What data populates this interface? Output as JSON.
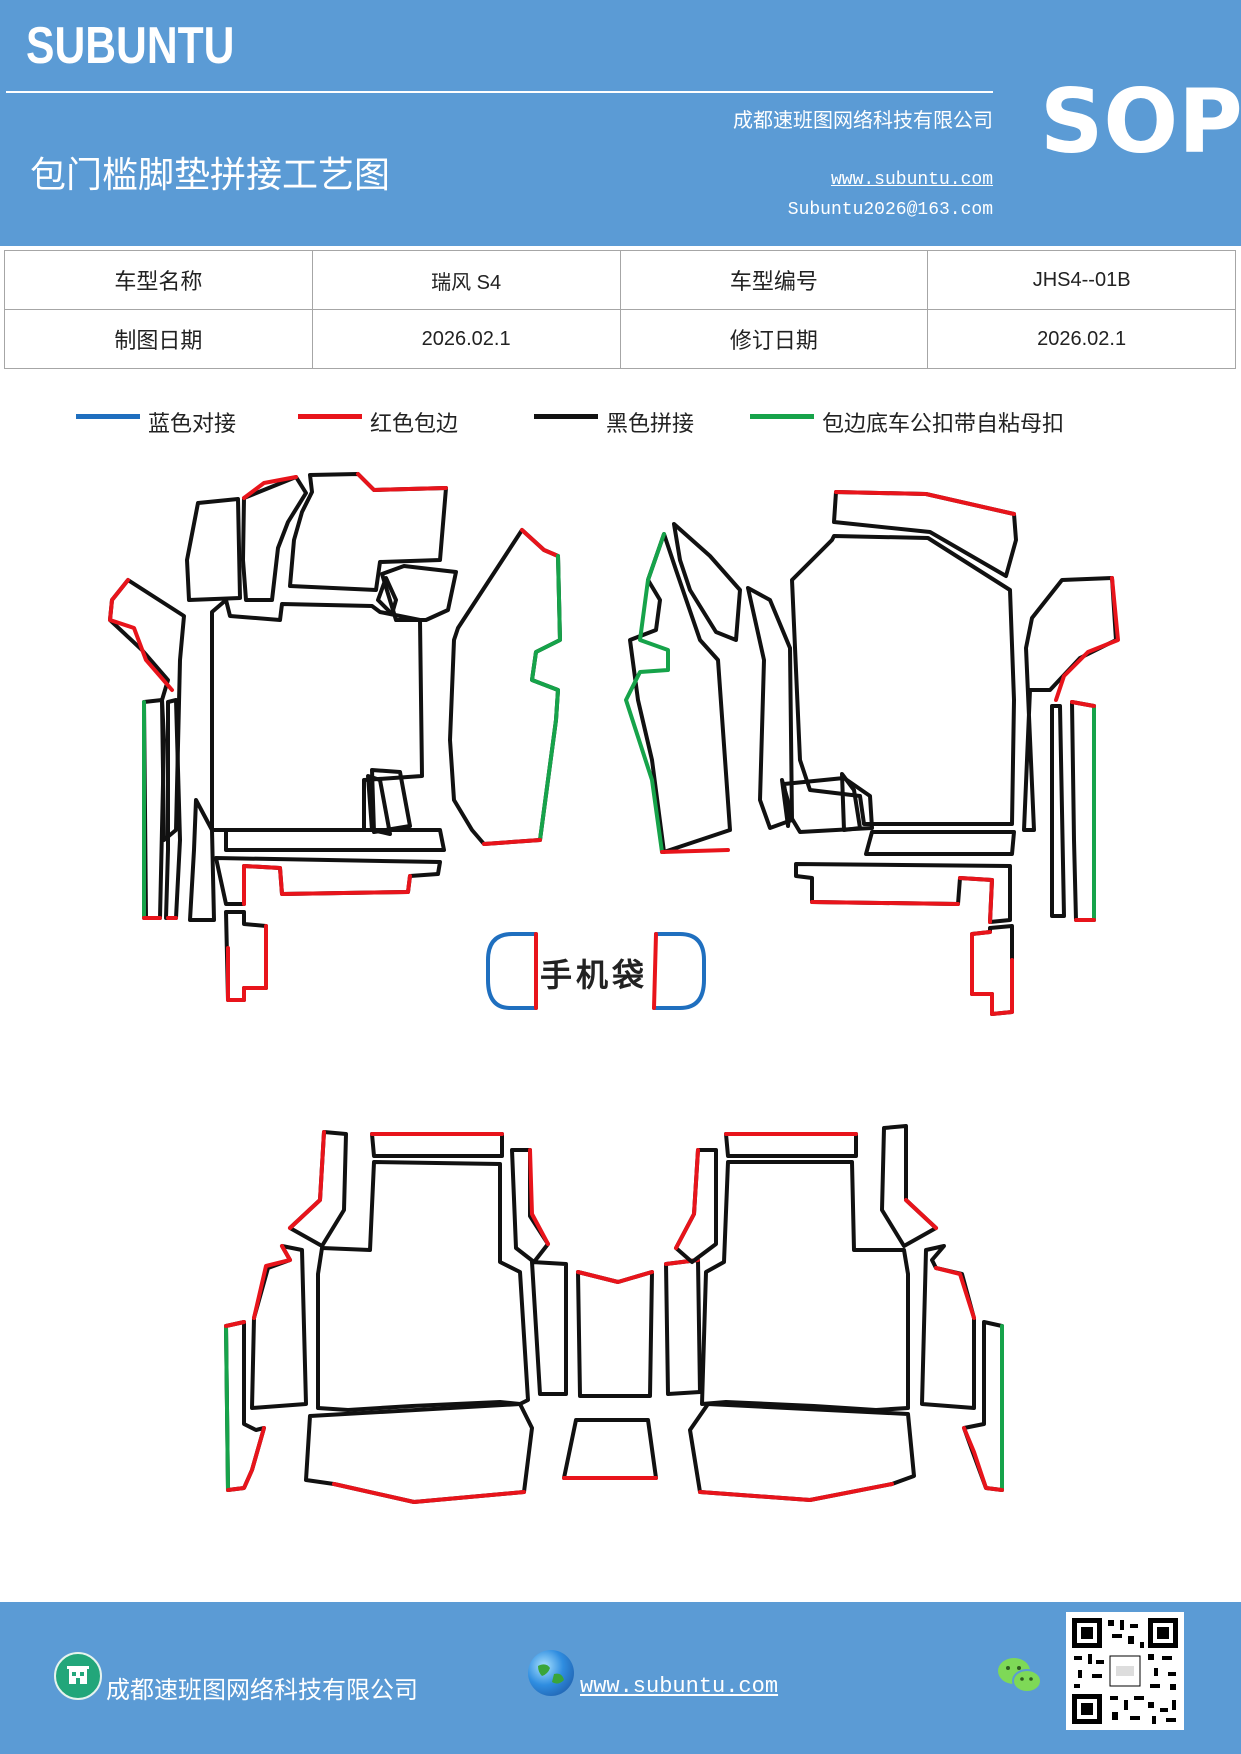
{
  "header": {
    "brand": "SUBUNTU",
    "company": "成都速班图网络科技有限公司",
    "title": "包门槛脚垫拼接工艺图",
    "website": "www.subuntu.com",
    "email": "Subuntu2026@163.com",
    "badge": "SOP"
  },
  "info_table": {
    "model_name_label": "车型名称",
    "model_name_value": "瑞风 S4",
    "model_no_label": "车型编号",
    "model_no_value": "JHS4--01B",
    "draw_date_label": "制图日期",
    "draw_date_value": "2026.02.1",
    "revise_date_label": "修订日期",
    "revise_date_value": "2026.02.1"
  },
  "legend": [
    {
      "label": "蓝色对接",
      "color": "#1f6fbf"
    },
    {
      "label": "红色包边",
      "color": "#e8141b"
    },
    {
      "label": "黑色拼接",
      "color": "#111111"
    },
    {
      "label": "包边底车公扣带自粘母扣",
      "color": "#16a34a"
    }
  ],
  "diagram": {
    "phone_bag_label": "手机袋"
  },
  "footer": {
    "company": "成都速班图网络科技有限公司",
    "website": "www.subuntu.com",
    "building_icon": "building-icon",
    "globe_icon": "globe-icon",
    "wechat_icon": "wechat-icon"
  }
}
